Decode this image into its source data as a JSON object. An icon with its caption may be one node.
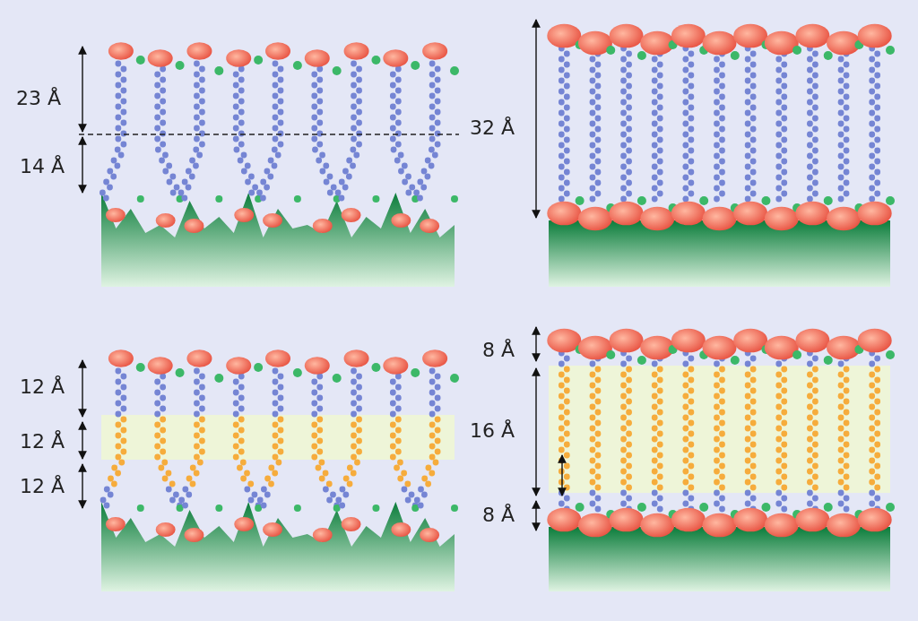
{
  "diagram": {
    "labels": [
      "23 Å",
      "14 Å",
      "32 Å",
      "12 Å",
      "12 Å",
      "12 Å",
      "8 Å",
      "16 Å",
      "8 Å"
    ]
  }
}
